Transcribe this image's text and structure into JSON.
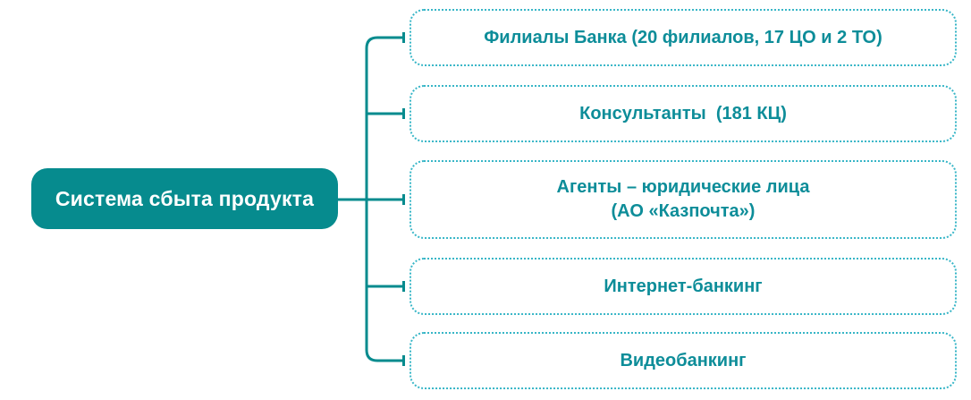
{
  "diagram": {
    "root_label": "Система сбыта продукта",
    "channels": [
      "Филиалы Банка (20 филиалов, 17 ЦО и 2 ТО)",
      "Консультанты  (181 КЦ)",
      "Агенты – юридические лица\n(АО «Казпочта»)",
      "Интернет-банкинг",
      "Видеобанкинг"
    ],
    "colors": {
      "node_fill": "#068b8e",
      "node_text": "#ffffff",
      "connector": "#068b8e",
      "box_border": "#38b6c7",
      "box_text": "#0d8d99",
      "background": "#ffffff"
    }
  }
}
